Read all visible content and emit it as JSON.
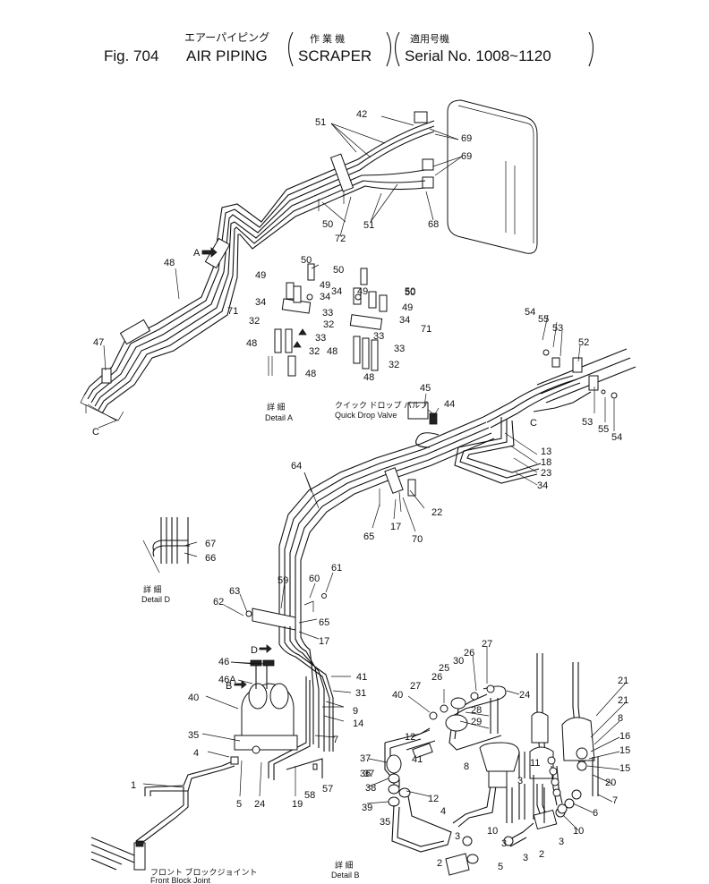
{
  "title": {
    "jp_top": "エアーパイピング",
    "fig": "Fig. 704",
    "name": "AIR PIPING",
    "machine_jp": "作 業 機",
    "machine": "SCRAPER",
    "serial_jp": "適用号機",
    "serial": "Serial No. 1008~1120"
  },
  "details": {
    "a_jp": "詳 細",
    "a": "Detail A",
    "b_jp": "詳 細",
    "b": "Detail B",
    "d_jp": "詳 細",
    "d": "Detail D",
    "qdv_jp": "クイック ドロップ バルブ",
    "qdv": "Quick Drop Valve",
    "fbj_jp": "フロント ブロックジョイント",
    "fbj": "Front Block Joint"
  },
  "letters": {
    "A": "A",
    "B": "B",
    "C1": "C",
    "C2": "C",
    "D": "D"
  },
  "callouts": [
    {
      "t": "42"
    },
    {
      "t": "51"
    },
    {
      "t": "69"
    },
    {
      "t": "69"
    },
    {
      "t": "50"
    },
    {
      "t": "51"
    },
    {
      "t": "72"
    },
    {
      "t": "68"
    },
    {
      "t": "48"
    },
    {
      "t": "47"
    },
    {
      "t": "50"
    },
    {
      "t": "50"
    },
    {
      "t": "50"
    },
    {
      "t": "49"
    },
    {
      "t": "49"
    },
    {
      "t": "49"
    },
    {
      "t": "34"
    },
    {
      "t": "34"
    },
    {
      "t": "34"
    },
    {
      "t": "50"
    },
    {
      "t": "49"
    },
    {
      "t": "71"
    },
    {
      "t": "33"
    },
    {
      "t": "32"
    },
    {
      "t": "32"
    },
    {
      "t": "34"
    },
    {
      "t": "71"
    },
    {
      "t": "33"
    },
    {
      "t": "48"
    },
    {
      "t": "32"
    },
    {
      "t": "33"
    },
    {
      "t": "48"
    },
    {
      "t": "33"
    },
    {
      "t": "32"
    },
    {
      "t": "48"
    },
    {
      "t": "48"
    },
    {
      "t": "54"
    },
    {
      "t": "55"
    },
    {
      "t": "53"
    },
    {
      "t": "52"
    },
    {
      "t": "53"
    },
    {
      "t": "55"
    },
    {
      "t": "54"
    },
    {
      "t": "45"
    },
    {
      "t": "44"
    },
    {
      "t": "13"
    },
    {
      "t": "18"
    },
    {
      "t": "23"
    },
    {
      "t": "34"
    },
    {
      "t": "64"
    },
    {
      "t": "22"
    },
    {
      "t": "65"
    },
    {
      "t": "17"
    },
    {
      "t": "70"
    },
    {
      "t": "67"
    },
    {
      "t": "66"
    },
    {
      "t": "61"
    },
    {
      "t": "60"
    },
    {
      "t": "59"
    },
    {
      "t": "63"
    },
    {
      "t": "62"
    },
    {
      "t": "65"
    },
    {
      "t": "17"
    },
    {
      "t": "46"
    },
    {
      "t": "46A"
    },
    {
      "t": "40"
    },
    {
      "t": "35"
    },
    {
      "t": "4"
    },
    {
      "t": "1"
    },
    {
      "t": "5"
    },
    {
      "t": "24"
    },
    {
      "t": "19"
    },
    {
      "t": "58"
    },
    {
      "t": "57"
    },
    {
      "t": "41"
    },
    {
      "t": "31"
    },
    {
      "t": "9"
    },
    {
      "t": "14"
    },
    {
      "t": "7"
    },
    {
      "t": "27"
    },
    {
      "t": "26"
    },
    {
      "t": "30"
    },
    {
      "t": "25"
    },
    {
      "t": "26"
    },
    {
      "t": "27"
    },
    {
      "t": "40"
    },
    {
      "t": "24"
    },
    {
      "t": "29"
    },
    {
      "t": "28"
    },
    {
      "t": "12"
    },
    {
      "t": "37"
    },
    {
      "t": "41"
    },
    {
      "t": "36"
    },
    {
      "t": "38"
    },
    {
      "t": "37"
    },
    {
      "t": "39"
    },
    {
      "t": "12"
    },
    {
      "t": "35"
    },
    {
      "t": "4"
    },
    {
      "t": "8"
    },
    {
      "t": "3"
    },
    {
      "t": "3"
    },
    {
      "t": "10"
    },
    {
      "t": "2"
    },
    {
      "t": "3"
    },
    {
      "t": "5"
    },
    {
      "t": "2"
    },
    {
      "t": "3"
    },
    {
      "t": "10"
    },
    {
      "t": "6"
    },
    {
      "t": "7"
    },
    {
      "t": "20"
    },
    {
      "t": "15"
    },
    {
      "t": "15"
    },
    {
      "t": "16"
    },
    {
      "t": "8"
    },
    {
      "t": "21"
    },
    {
      "t": "21"
    },
    {
      "t": "11"
    },
    {
      "t": "3"
    }
  ]
}
